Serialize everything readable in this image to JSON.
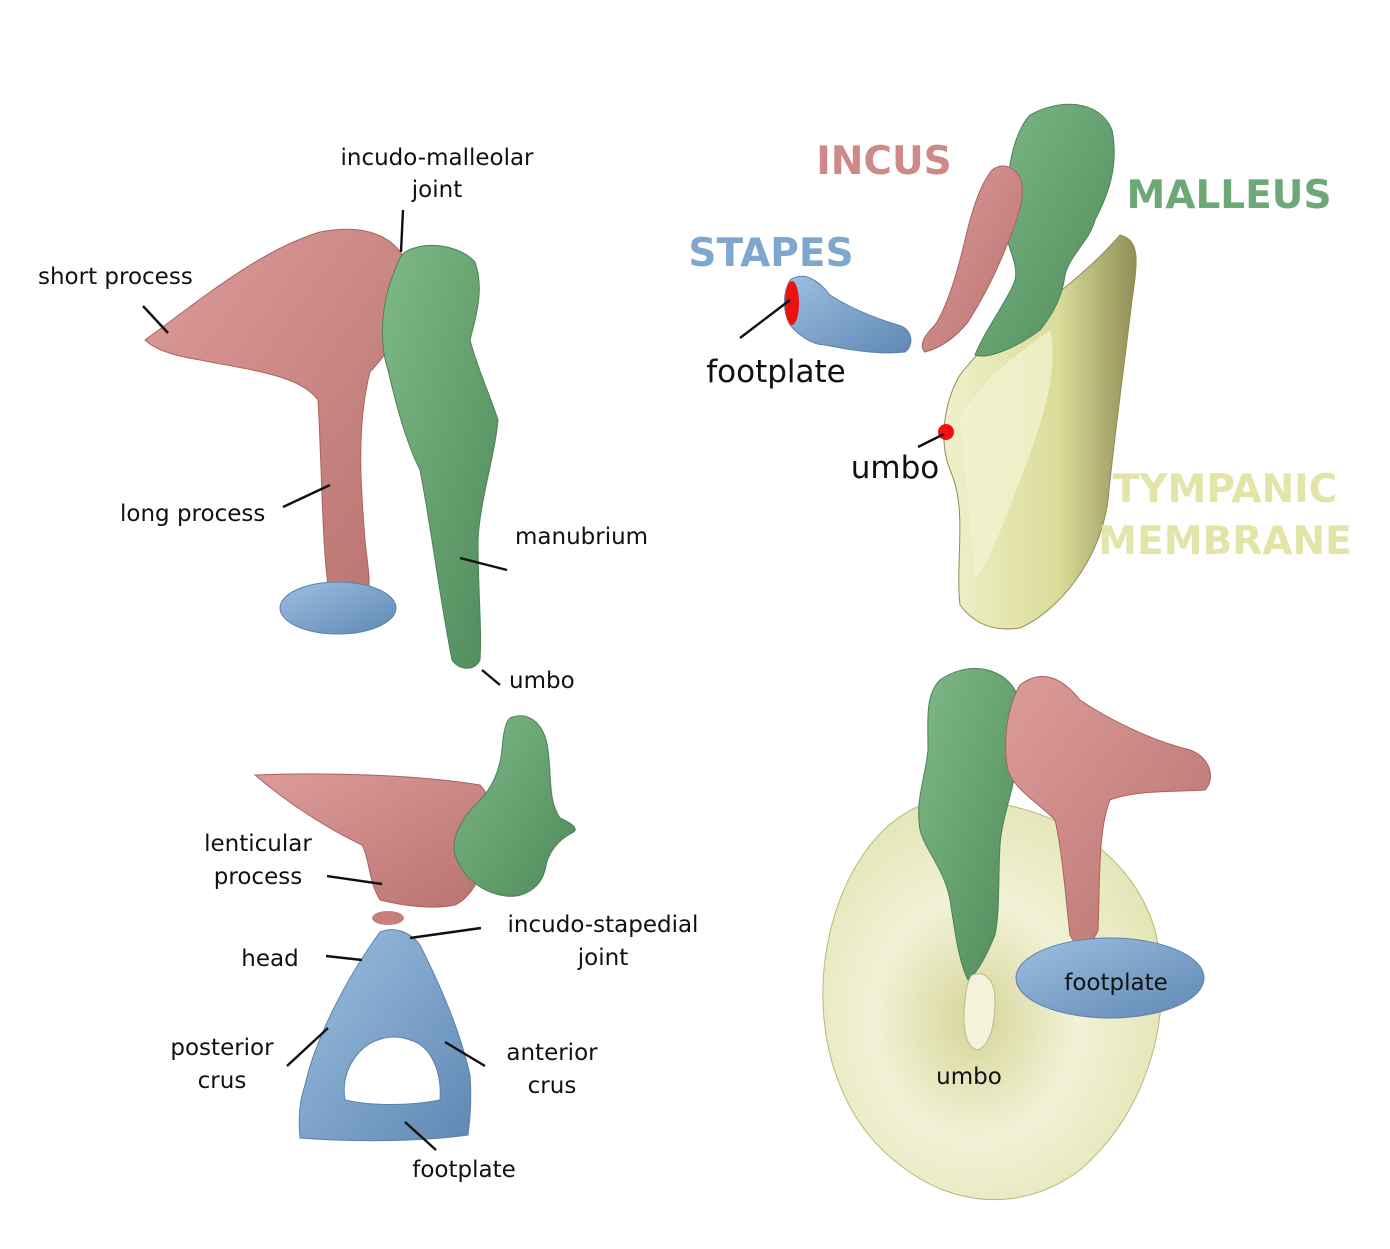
{
  "colors": {
    "incus": "#cf8a88",
    "malleus": "#6ea876",
    "stapes": "#7fa6cd",
    "tympanic_membrane": "#e2e4a8",
    "marker": "#ee1111"
  },
  "panel_a": {
    "labels": {
      "joint_line1": "incudo-malleolar",
      "joint_line2": "joint",
      "short_process": "short process",
      "long_process": "long process",
      "manubrium": "manubrium",
      "umbo": "umbo"
    }
  },
  "panel_b": {
    "titles": {
      "incus": "INCUS",
      "malleus": "MALLEUS",
      "stapes": "STAPES",
      "tm_line1": "TYMPANIC",
      "tm_line2": "MEMBRANE"
    },
    "labels": {
      "footplate": "footplate",
      "umbo": "umbo"
    }
  },
  "panel_c": {
    "labels": {
      "lenticular_line1": "lenticular",
      "lenticular_line2": "process",
      "isj_line1": "incudo-stapedial",
      "isj_line2": "joint",
      "head": "head",
      "posterior_line1": "posterior",
      "posterior_line2": "crus",
      "anterior_line1": "anterior",
      "anterior_line2": "crus",
      "footplate": "footplate"
    }
  },
  "panel_d": {
    "labels": {
      "footplate": "footplate",
      "umbo": "umbo"
    }
  }
}
